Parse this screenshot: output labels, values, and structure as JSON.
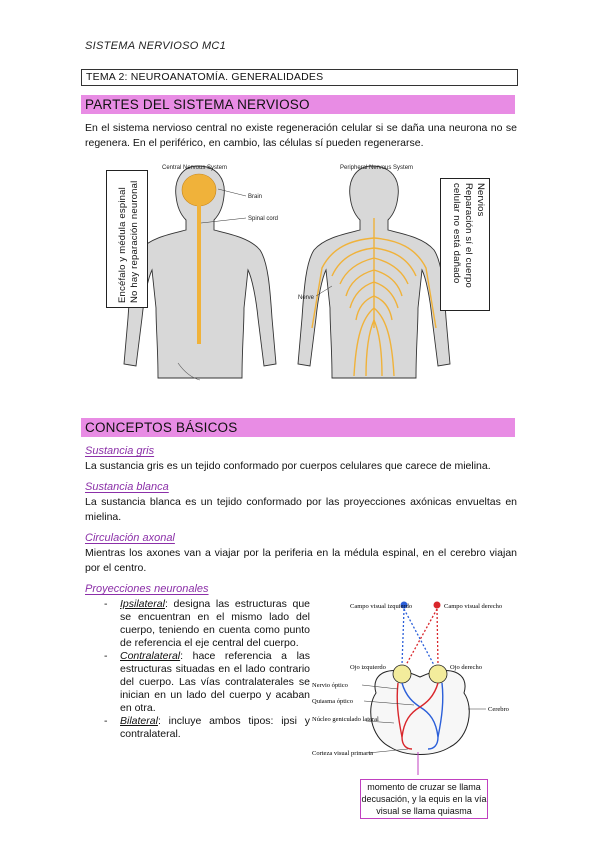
{
  "header": {
    "title": "SISTEMA NERVIOSO MC1"
  },
  "topic": "TEMA 2: NEUROANATOMÍA. GENERALIDADES",
  "section1": {
    "title": "PARTES DEL SISTEMA NERVIOSO",
    "paragraph": "En el sistema nervioso central no existe regeneración celular si se daña una neurona no se regenera. En el periférico, en cambio, las células sí pueden regenerarse."
  },
  "figure1": {
    "cns_title": "Central Nervous System",
    "pns_title": "Peripheral Nervous System",
    "brain_label": "Brain",
    "spinal_label": "Spinal cord",
    "nerve_label": "Nerve",
    "left_note_line1": "Encéfalo y médula espinal",
    "left_note_line2": "No hay reparación neuronal",
    "right_note_line1": "Nervios",
    "right_note_line2": "Reparación sí el cuerpo",
    "right_note_line3": "celular no está dañado"
  },
  "section2": {
    "title": "CONCEPTOS BÁSICOS",
    "items": [
      {
        "heading": "Sustancia gris",
        "text": "La sustancia gris es un tejido conformado por cuerpos celulares que carece de mielina."
      },
      {
        "heading": "Sustancia blanca",
        "text": "La sustancia blanca es un tejido conformado por las proyecciones axónicas envueltas en mielina."
      },
      {
        "heading": "Circulación axonal",
        "text": "Mientras los axones van a viajar por la periferia en la médula espinal, en el cerebro viajan por el centro."
      }
    ],
    "projections": {
      "heading": "Proyecciones neuronales",
      "list": [
        {
          "dash": "-",
          "term": "Ipsilateral",
          "text": ": designa las estructuras que se encuentran en el mismo lado del cuerpo, teniendo en cuenta como punto de referencia el eje central del cuerpo."
        },
        {
          "dash": "-",
          "term": "Contralateral",
          "text": ": hace referencia a las estructuras situadas en el lado contrario del cuerpo. Las vías contralaterales se inician en un lado del cuerpo y acaban en otra."
        },
        {
          "dash": "-",
          "term": "Bilateral",
          "text": ": incluye ambos tipos: ipsi y contralateral."
        }
      ]
    }
  },
  "figure2": {
    "left_field": "Campo visual izquierdo",
    "right_field": "Campo visual derecho",
    "left_eye": "Ojo izquierdo",
    "right_eye": "Ojo derecho",
    "optic_nerve": "Nervio óptico",
    "chiasm": "Quiasma óptico",
    "lgn": "Núcleo geniculado lateral",
    "brain": "Cerebro",
    "cortex": "Corteza visual primaria",
    "callout": "momento de cruzar se llama decusación, y la equis en la vía visual se llama quiasma",
    "colors": {
      "left": "#2b5fd9",
      "right": "#d9262b",
      "callout_border": "#c040c0"
    }
  }
}
